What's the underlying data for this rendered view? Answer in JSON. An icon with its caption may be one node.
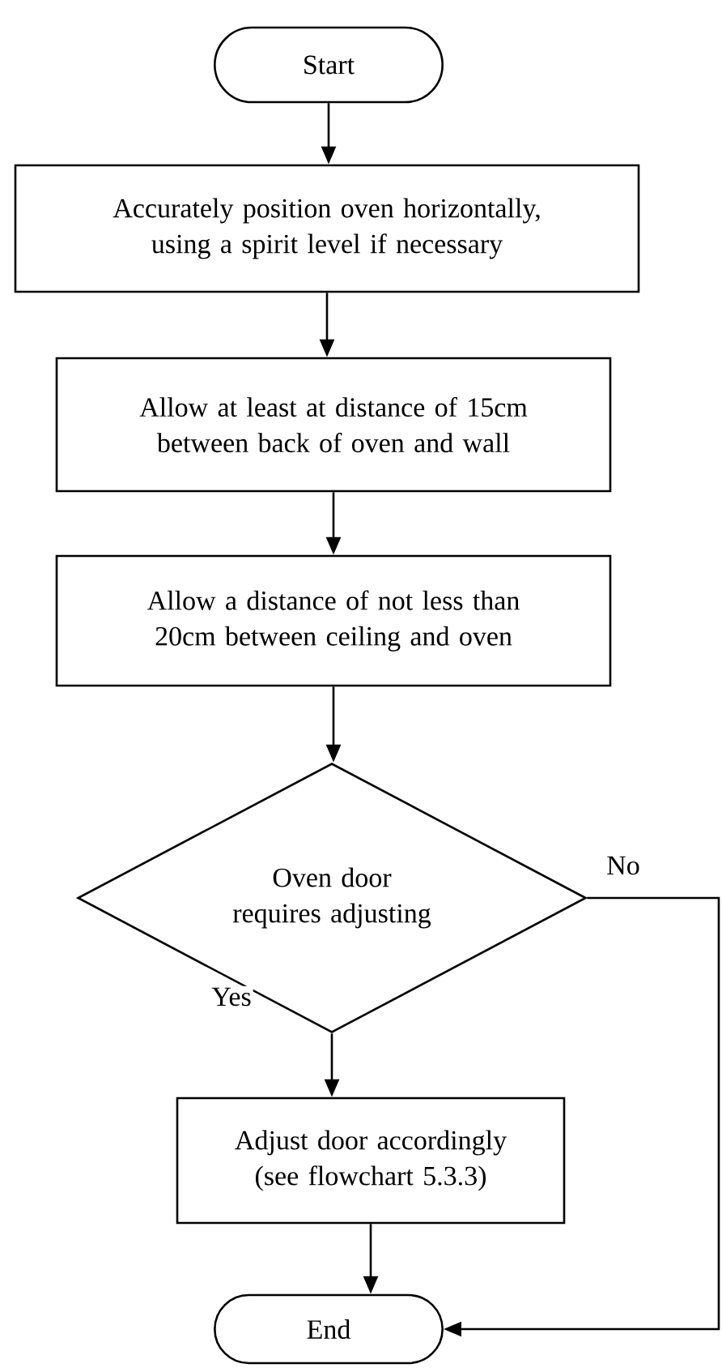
{
  "diagram": {
    "nodes": [
      {
        "text": [
          "Start"
        ]
      },
      {
        "text": [
          "Accurately position oven horizontally, using a spirit level if necessary"
        ]
      },
      {
        "text": [
          "Allow at least at distance of 15cm between back of oven and wall"
        ]
      },
      {
        "text": [
          "Allow a distance of not less than 20cm between ceiling and oven"
        ]
      },
      {
        "text": [
          "Oven door requires adjusting"
        ]
      },
      {
        "text": [
          "Adjust door accordingly (see flowchart 5.3.3)"
        ]
      },
      {
        "text": [
          "End"
        ]
      }
    ],
    "edges": [
      {
        "from": 0,
        "to": 1,
        "arrow": "to"
      },
      {
        "from": 1,
        "to": 2,
        "arrow": "to"
      },
      {
        "from": 2,
        "to": 3,
        "arrow": "to"
      },
      {
        "from": 3,
        "to": 4,
        "arrow": "to"
      },
      {
        "from": 4,
        "to": 5,
        "arrow": "to",
        "label": "Yes"
      },
      {
        "from": 5,
        "to": 6,
        "arrow": "to"
      },
      {
        "from": 4,
        "to": 6,
        "arrow": "to",
        "label": "No"
      }
    ]
  }
}
